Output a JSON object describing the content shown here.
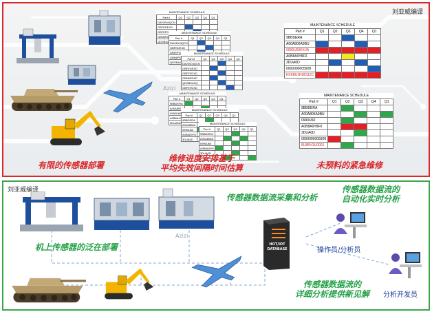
{
  "credits": {
    "top": "刘亚威编译",
    "bottom": "刘亚威编译"
  },
  "watermark": "Azizi",
  "top_captions": {
    "limited": "有限的传感器部署",
    "schedule": [
      "维修进度安排基于",
      "平均失效间隔时间估算"
    ],
    "unexpected": "未预料的紧急维修"
  },
  "bottom_captions": {
    "collect": "传感器数据流采集和分析",
    "auto": [
      "传感器数据流的",
      "自动化实时分析"
    ],
    "deploy": "机上传感器的泛在部署",
    "insight": [
      "传感器数据流的",
      "详细分析提供新见解"
    ],
    "operator": "操作员/分析员",
    "developer": "分析开发员",
    "database": [
      "HOT/IOT",
      "DATABASE"
    ]
  },
  "colors": {
    "top_border": "#d9262a",
    "bottom_border": "#3aa64a",
    "blue": "#1f5fb8",
    "green": "#2ea84a",
    "red": "#e32026",
    "yellow": "#f2e81c"
  },
  "icons": [
    "cnc-machine-icon",
    "assembly-line-icon",
    "tank-icon",
    "fighter-jet-icon",
    "excavator-icon",
    "server-icon",
    "workstation-icon"
  ],
  "schedules": [
    {
      "id": "blue-a",
      "size": "small",
      "title": "MAINTENANCE SCHEDULE",
      "headers": [
        "Part #",
        "Q1",
        "Q2",
        "Q3",
        "Q4",
        "Q1"
      ],
      "rows": [
        {
          "name": "DAV3004QCN",
          "red": false,
          "cells": [
            "",
            "",
            "",
            "",
            ""
          ]
        },
        {
          "name": "GBFEDEXD",
          "red": false,
          "cells": [
            "",
            "b",
            "",
            "",
            ""
          ]
        },
        {
          "name": "GBFEFDXD",
          "red": false,
          "cells": [
            "",
            "",
            "b",
            "",
            ""
          ]
        },
        {
          "name": "GBN6PDAP",
          "red": false,
          "cells": [
            "",
            "",
            "",
            "",
            ""
          ]
        },
        {
          "name": "QDSB4UDQ",
          "red": false,
          "cells": [
            "b",
            "",
            "",
            "",
            ""
          ]
        }
      ]
    },
    {
      "id": "blue-b",
      "size": "small",
      "title": "MAINTENANCE SCHEDULE",
      "headers": [
        "Part #",
        "Q1",
        "Q2",
        "Q3",
        "Q4",
        "Q1"
      ],
      "rows": [
        {
          "name": "DAV3004QCN",
          "red": false,
          "cells": [
            "",
            "b",
            "",
            "",
            ""
          ]
        },
        {
          "name": "GBFEDEXD",
          "red": false,
          "cells": [
            "",
            "",
            "b",
            "",
            ""
          ]
        },
        {
          "name": "GBFEFDXD",
          "red": false,
          "cells": [
            "",
            "b",
            "",
            "",
            ""
          ]
        },
        {
          "name": "GBN6PDAP",
          "red": false,
          "cells": [
            "b",
            "",
            "",
            "",
            ""
          ]
        },
        {
          "name": "QDSB4UDQ",
          "red": false,
          "cells": [
            "",
            "",
            "",
            "b",
            ""
          ]
        }
      ]
    },
    {
      "id": "blue-c",
      "size": "small",
      "title": "MAINTENANCE SCHEDULE",
      "headers": [
        "Part #",
        "Q1",
        "Q2",
        "Q3",
        "Q4",
        "Q1"
      ],
      "rows": [
        {
          "name": "DAV3004QCN",
          "red": false,
          "cells": [
            "",
            "",
            "b",
            "",
            ""
          ]
        },
        {
          "name": "GBFEDEXD",
          "red": false,
          "cells": [
            "",
            "b",
            "",
            "",
            ""
          ]
        },
        {
          "name": "GBFEFDXD",
          "red": false,
          "cells": [
            "",
            "",
            "b",
            "",
            ""
          ]
        },
        {
          "name": "GBN6PDAP",
          "red": false,
          "cells": [
            "",
            "b",
            "",
            "",
            ""
          ]
        },
        {
          "name": "QDSB4UDQ",
          "red": false,
          "cells": [
            "",
            "",
            "b",
            "",
            ""
          ]
        },
        {
          "name": "GBFEFDXD",
          "red": false,
          "cells": [
            "",
            "",
            "",
            "b",
            ""
          ]
        }
      ]
    },
    {
      "id": "blue-red",
      "size": "large",
      "title": "MAINTENANCE SCHEDULE",
      "headers": [
        "Part #",
        "Q1",
        "Q2",
        "Q3",
        "Q4",
        "Q1"
      ],
      "rows": [
        {
          "name": "9BBDERA",
          "red": false,
          "cells": [
            "",
            "",
            "b",
            "",
            ""
          ]
        },
        {
          "name": "A00A806A9BU",
          "red": false,
          "cells": [
            "b",
            "",
            "",
            "b",
            ""
          ]
        },
        {
          "name": "0990U60KKVA",
          "red": true,
          "cells": [
            "r",
            "r",
            "r",
            "r",
            "r"
          ]
        },
        {
          "name": "A0B8A9Y8F0",
          "red": false,
          "cells": [
            "",
            "",
            "y",
            "",
            ""
          ]
        },
        {
          "name": "3DUA0D",
          "red": false,
          "cells": [
            "",
            "b",
            "",
            "b",
            ""
          ]
        },
        {
          "name": "0000000005909",
          "red": false,
          "cells": [
            "",
            "",
            "",
            "",
            "b"
          ]
        },
        {
          "name": "KK9BU3K0B112C",
          "red": true,
          "cells": [
            "r",
            "r",
            "r",
            "r",
            "r"
          ]
        }
      ]
    },
    {
      "id": "green-a",
      "size": "small",
      "title": "MAINTENANCE SCHEDULE",
      "headers": [
        "Part #",
        "Q1",
        "Q2",
        "Q3",
        "Q4",
        "Q1"
      ],
      "rows": [
        {
          "name": "9BBDERA",
          "red": false,
          "cells": [
            "g",
            "",
            "",
            "",
            ""
          ]
        },
        {
          "name": "A00A806A",
          "red": false,
          "cells": [
            "",
            "",
            "g",
            "",
            ""
          ]
        },
        {
          "name": "0990U60",
          "red": false,
          "cells": [
            "",
            "",
            "",
            "",
            ""
          ]
        },
        {
          "name": "A0B8A9Y8",
          "red": false,
          "cells": [
            "",
            "g",
            "",
            "",
            ""
          ]
        },
        {
          "name": "3DUA0D",
          "red": false,
          "cells": [
            "",
            "",
            "",
            "",
            ""
          ]
        }
      ]
    },
    {
      "id": "green-b",
      "size": "small",
      "title": "MAINTENANCE SCHEDULE",
      "headers": [
        "Part #",
        "Q1",
        "Q2",
        "Q3",
        "Q4",
        "Q1"
      ],
      "rows": [
        {
          "name": "9BBDERA",
          "red": false,
          "cells": [
            "",
            "g",
            "",
            "",
            ""
          ]
        },
        {
          "name": "A00A806A",
          "red": false,
          "cells": [
            "",
            "",
            "g",
            "",
            ""
          ]
        },
        {
          "name": "0990U60",
          "red": false,
          "cells": [
            "g",
            "",
            "",
            "",
            ""
          ]
        },
        {
          "name": "A0B8A9Y8",
          "red": false,
          "cells": [
            "",
            "",
            "",
            "g",
            ""
          ]
        },
        {
          "name": "3DUA0D",
          "red": false,
          "cells": [
            "",
            "g",
            "",
            "",
            ""
          ]
        }
      ]
    },
    {
      "id": "green-c",
      "size": "small",
      "title": "MAINTENANCE SCHEDULE",
      "headers": [
        "Part #",
        "Q1",
        "Q2",
        "Q3",
        "Q4",
        "Q1"
      ],
      "rows": [
        {
          "name": "9BBDERA",
          "red": false,
          "cells": [
            "",
            "",
            "g",
            "",
            ""
          ]
        },
        {
          "name": "A00A806A",
          "red": false,
          "cells": [
            "",
            "g",
            "",
            "g",
            ""
          ]
        },
        {
          "name": "0990U60",
          "red": false,
          "cells": [
            "",
            "",
            "g",
            "",
            ""
          ]
        },
        {
          "name": "A0B8A9Y8",
          "red": false,
          "cells": [
            "g",
            "",
            "",
            "",
            ""
          ]
        },
        {
          "name": "3DUA0D",
          "red": false,
          "cells": [
            "",
            "",
            "g",
            "",
            ""
          ]
        },
        {
          "name": "0000000",
          "red": false,
          "cells": [
            "",
            "g",
            "",
            "",
            "g"
          ]
        }
      ]
    },
    {
      "id": "green-red",
      "size": "large",
      "title": "MAINTENANCE SCHEDULE",
      "headers": [
        "Part #",
        "Q1",
        "Q2",
        "Q3",
        "Q4",
        "Q1"
      ],
      "rows": [
        {
          "name": "9BBDERA",
          "red": false,
          "cells": [
            "",
            "g",
            "",
            "",
            ""
          ]
        },
        {
          "name": "A00A806A9BU",
          "red": false,
          "cells": [
            "",
            "",
            "g",
            "",
            "g"
          ]
        },
        {
          "name": "0990U60",
          "red": false,
          "cells": [
            "",
            "g",
            "",
            "",
            ""
          ]
        },
        {
          "name": "A0B8A9Y8F0",
          "red": false,
          "cells": [
            "",
            "r",
            "r",
            "",
            ""
          ]
        },
        {
          "name": "3DUA0D",
          "red": false,
          "cells": [
            "",
            "",
            "g",
            "",
            ""
          ]
        },
        {
          "name": "0000000005909",
          "red": false,
          "cells": [
            "r",
            "",
            "",
            "",
            ""
          ]
        },
        {
          "name": "8U8BV3U0001",
          "red": true,
          "cells": [
            "",
            "g",
            "",
            "",
            ""
          ]
        }
      ]
    }
  ]
}
